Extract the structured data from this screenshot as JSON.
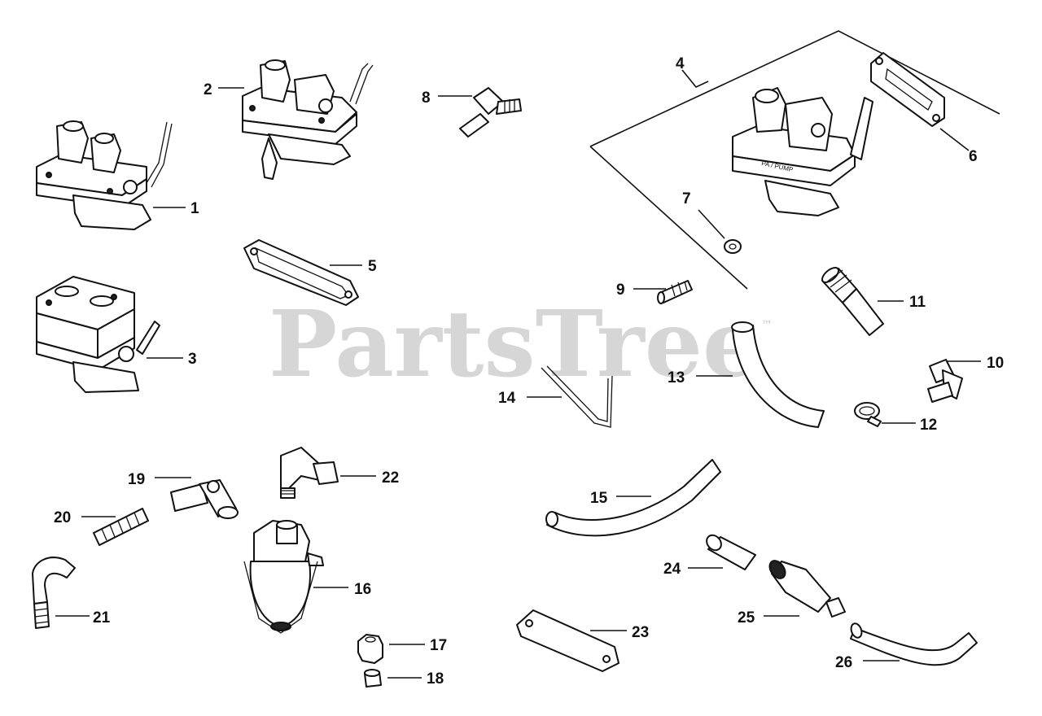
{
  "watermark": {
    "text": "PartsTree",
    "trademark": "™"
  },
  "callouts": {
    "c1": "1",
    "c2": "2",
    "c3": "3",
    "c4": "4",
    "c5": "5",
    "c6": "6",
    "c7": "7",
    "c8": "8",
    "c9": "9",
    "c10": "10",
    "c11": "11",
    "c12": "12",
    "c13": "13",
    "c14": "14",
    "c15": "15",
    "c16": "16",
    "c17": "17",
    "c18": "18",
    "c19": "19",
    "c20": "20",
    "c21": "21",
    "c22": "22",
    "c23": "23",
    "c24": "24",
    "c25": "25",
    "c26": "26"
  },
  "pump_stamp": "PA / PUMP"
}
